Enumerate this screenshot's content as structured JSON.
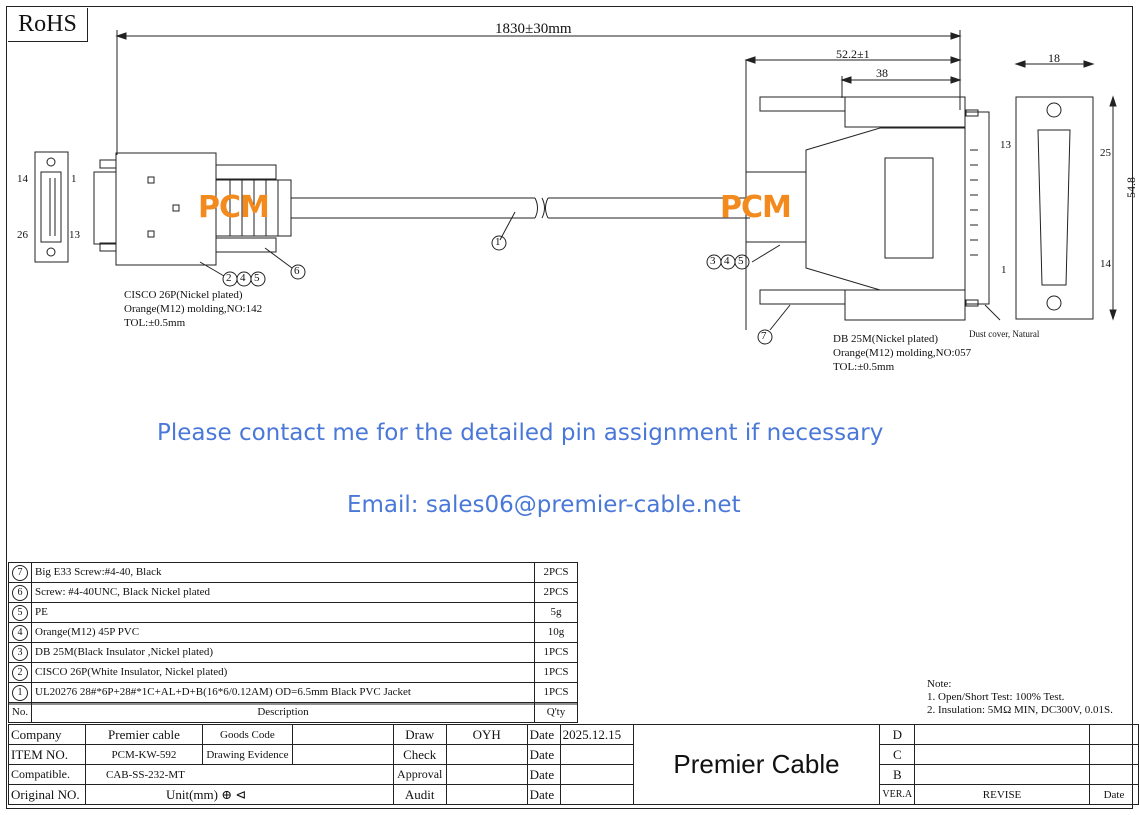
{
  "rohs": "RoHS",
  "dims": {
    "length": "1830±30mm",
    "db_length": "52.2±1",
    "db_body": "38",
    "front_width": "18",
    "front_height": "54.8",
    "pin13": "13",
    "pin25": "25",
    "pin1": "1",
    "pin14": "14"
  },
  "cisco_face": {
    "p14": "14",
    "p1": "1",
    "p26": "26",
    "p13": "13"
  },
  "callouts": {
    "c1": "1",
    "c2": "2",
    "c3": "3",
    "c4": "4",
    "c5": "5",
    "c6": "6",
    "c7": "7"
  },
  "logo": "PCM",
  "left_connector": [
    "CISCO 26P(Nickel plated)",
    "Orange(M12) molding,NO:142",
    "TOL:±0.5mm"
  ],
  "right_connector": [
    "DB 25M(Nickel plated)",
    "Orange(M12) molding,NO:057",
    "TOL:±0.5mm"
  ],
  "dust_cover": "Dust cover, Natural",
  "notice": "Please contact me for the detailed pin assignment if necessary",
  "email": "Email: sales06@premier-cable.net",
  "parts": [
    {
      "no": "7",
      "desc": "Big E33 Screw:#4-40, Black",
      "qty": "2PCS"
    },
    {
      "no": "6",
      "desc": "Screw: #4-40UNC, Black Nickel plated",
      "qty": "2PCS"
    },
    {
      "no": "5",
      "desc": "PE",
      "qty": "5g"
    },
    {
      "no": "4",
      "desc": "Orange(M12) 45P PVC",
      "qty": "10g"
    },
    {
      "no": "3",
      "desc": "DB 25M(Black Insulator ,Nickel plated)",
      "qty": "1PCS"
    },
    {
      "no": "2",
      "desc": "CISCO 26P(White Insulator, Nickel plated)",
      "qty": "1PCS"
    },
    {
      "no": "1",
      "desc": "UL20276 28#*6P+28#*1C+AL+D+B(16*6/0.12AM) OD=6.5mm Black PVC Jacket",
      "qty": "1PCS"
    }
  ],
  "parts_header": {
    "no": "No.",
    "desc": "Description",
    "qty": "Q'ty"
  },
  "notes": [
    "Note:",
    "1. Open/Short Test: 100% Test.",
    "2. Insulation: 5MΩ MIN, DC300V, 0.01S."
  ],
  "titleblock": {
    "company_label": "Company",
    "company": "Premier cable",
    "goods_code": "Goods Code",
    "item_label": "ITEM NO.",
    "item": "PCM-KW-592",
    "drawing_evidence": "Drawing Evidence",
    "compatible_label": "Compatible.",
    "compatible": "CAB-SS-232-MT",
    "original_label": "Original NO.",
    "unit": "Unit(mm)",
    "draw_label": "Draw",
    "draw": "OYH",
    "date_label": "Date",
    "date": "2025.12.15",
    "check_label": "Check",
    "approval_label": "Approval",
    "audit_label": "Audit",
    "brand": "Premier Cable",
    "rev_d": "D",
    "rev_c": "C",
    "rev_b": "B",
    "ver": "VER.A",
    "revise": "REVISE",
    "rev_date": "Date"
  }
}
